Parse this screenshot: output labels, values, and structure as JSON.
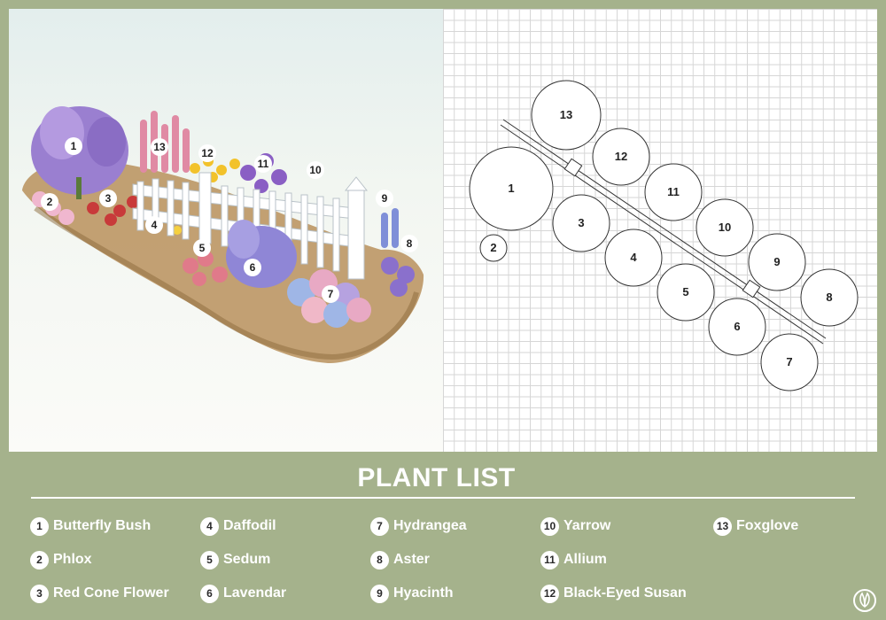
{
  "plant_list": {
    "title": "PLANT LIST",
    "items": [
      {
        "number": "1",
        "name": "Butterfly Bush"
      },
      {
        "number": "2",
        "name": "Phlox"
      },
      {
        "number": "3",
        "name": "Red Cone Flower"
      },
      {
        "number": "4",
        "name": "Daffodil"
      },
      {
        "number": "5",
        "name": "Sedum"
      },
      {
        "number": "6",
        "name": "Lavendar"
      },
      {
        "number": "7",
        "name": "Hydrangea"
      },
      {
        "number": "8",
        "name": "Aster"
      },
      {
        "number": "9",
        "name": "Hyacinth"
      },
      {
        "number": "10",
        "name": "Yarrow"
      },
      {
        "number": "11",
        "name": "Allium"
      },
      {
        "number": "12",
        "name": "Black-Eyed Susan"
      },
      {
        "number": "13",
        "name": "Foxglove"
      }
    ]
  },
  "plan": {
    "labels": [
      "1",
      "2",
      "3",
      "4",
      "5",
      "6",
      "7",
      "8",
      "9",
      "10",
      "11",
      "12",
      "13"
    ]
  },
  "illustration": {
    "labels": [
      "1",
      "2",
      "3",
      "4",
      "5",
      "6",
      "7",
      "8",
      "9",
      "10",
      "11",
      "12",
      "13"
    ]
  },
  "colors": {
    "background": "#a5b28c",
    "text": "#ffffff",
    "badge": "#ffffff",
    "badge_text": "#2b2b2b"
  },
  "icons": {
    "brand_logo": "leaf-logo-icon"
  }
}
